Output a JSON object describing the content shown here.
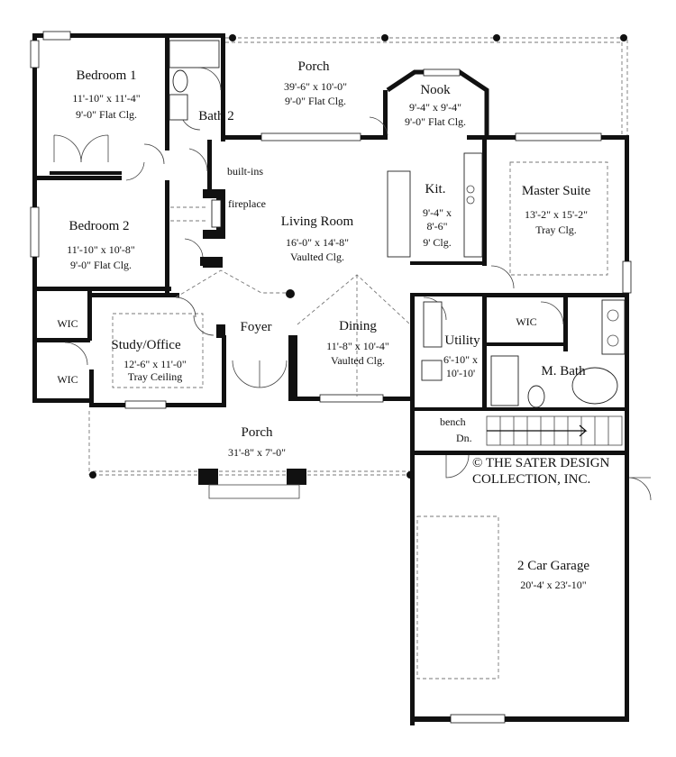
{
  "rooms": {
    "bedroom1": {
      "name": "Bedroom 1",
      "dim": "11'-10\" x 11'-4\"",
      "ceiling": "9'-0\" Flat Clg."
    },
    "bath2": {
      "name": "Bath 2"
    },
    "porch_rear": {
      "name": "Porch",
      "dim": "39'-6\" x 10'-0\"",
      "ceiling": "9'-0\" Flat Clg."
    },
    "nook": {
      "name": "Nook",
      "dim": "9'-4\" x 9'-4\"",
      "ceiling": "9'-0\" Flat Clg."
    },
    "kitchen": {
      "name": "Kit.",
      "dim_a": "9'-4\" x",
      "dim_b": "8'-6\"",
      "ceiling": "9' Clg."
    },
    "master": {
      "name": "Master Suite",
      "dim": "13'-2\" x 15'-2\"",
      "ceiling": "Tray Clg."
    },
    "living": {
      "name": "Living Room",
      "dim": "16'-0\" x 14'-8\"",
      "ceiling": "Vaulted Clg."
    },
    "bedroom2": {
      "name": "Bedroom 2",
      "dim": "11'-10\" x 10'-8\"",
      "ceiling": "9'-0\" Flat Clg."
    },
    "study": {
      "name": "Study/Office",
      "dim": "12'-6\" x 11'-0\"",
      "ceiling": "Tray Ceiling"
    },
    "foyer": {
      "name": "Foyer"
    },
    "dining": {
      "name": "Dining",
      "dim": "11'-8\" x 10'-4\"",
      "ceiling": "Vaulted Clg."
    },
    "utility": {
      "name": "Utility",
      "dim_a": "6'-10\" x",
      "dim_b": "10'-10'"
    },
    "mbath": {
      "name": "M. Bath"
    },
    "porch_front": {
      "name": "Porch",
      "dim": "31'-8\" x 7'-0\""
    },
    "garage": {
      "name": "2 Car Garage",
      "dim": "20'-4' x 23'-10\""
    }
  },
  "labels": {
    "builtins": "built-ins",
    "fireplace": "fireplace",
    "wic_master": "WIC",
    "wic_upper": "WIC",
    "wic_lower": "WIC",
    "bench": "bench",
    "down": "Dn."
  },
  "copyright": {
    "line1": "© THE SATER DESIGN",
    "line2": "COLLECTION, INC."
  }
}
